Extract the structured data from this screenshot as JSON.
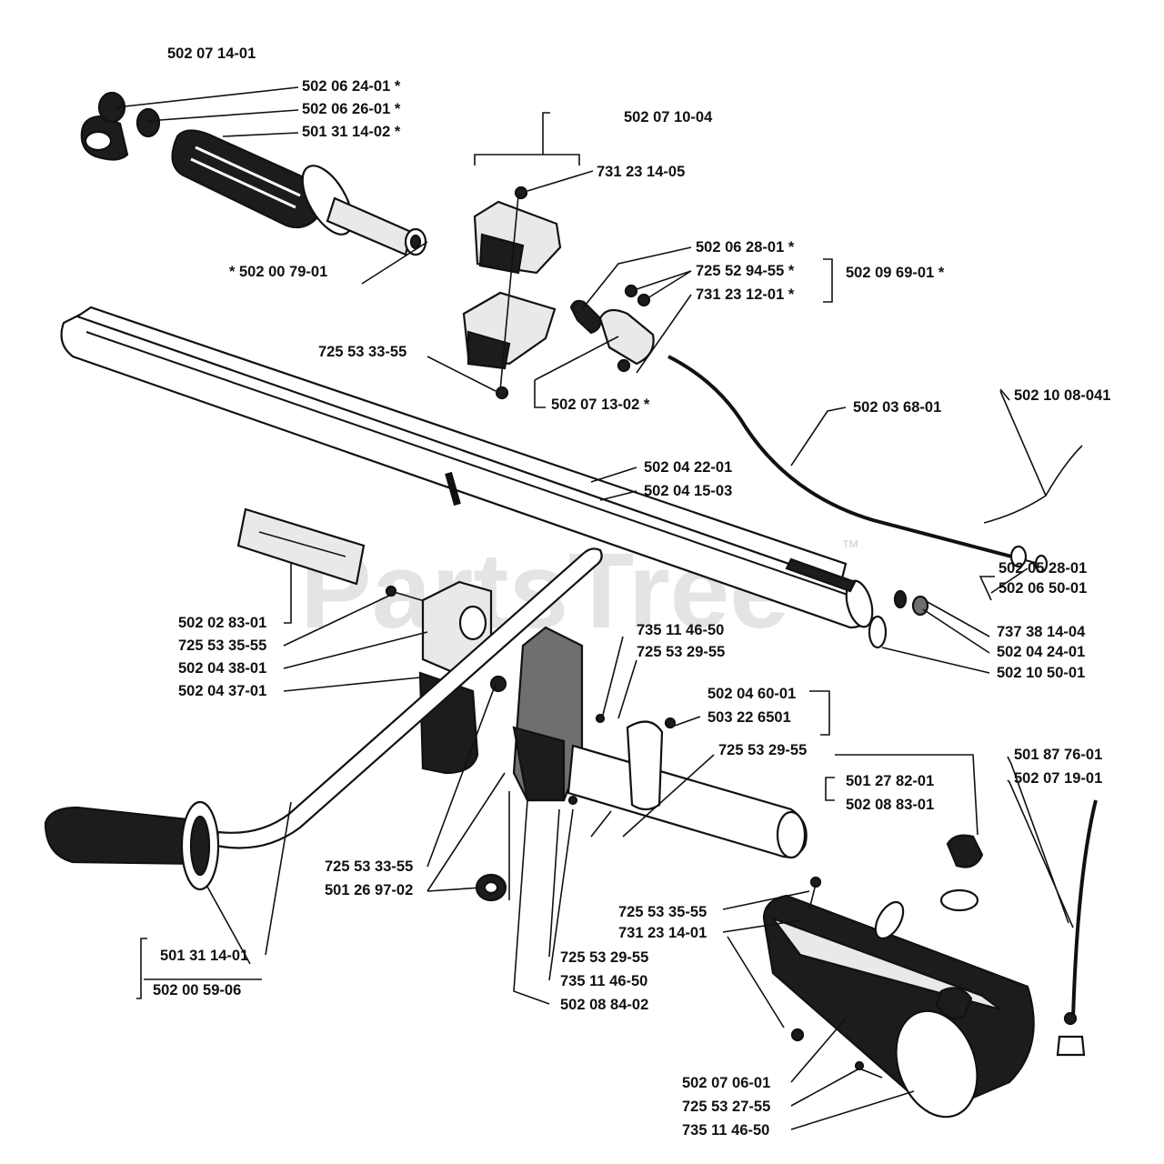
{
  "watermark": "PartsTree",
  "trademark": "™",
  "colors": {
    "ink": "#111111",
    "watermark": "#cfcfcf",
    "background": "#ffffff"
  },
  "labels": {
    "l_502_07_14_01": "502 07 14-01",
    "l_502_06_24_01": "502 06 24-01  *",
    "l_502_06_26_01": "502 06 26-01  *",
    "l_501_31_14_02": "501 31 14-02  *",
    "l_502_00_79_01": "* 502 00 79-01",
    "l_502_07_10_04": "502 07 10-04",
    "l_731_23_14_05": "731 23 14-05",
    "l_502_06_28_01": "502 06 28-01  *",
    "l_725_52_94_55": "725 52 94-55  *",
    "l_731_23_12_01": "731 23 12-01  *",
    "l_502_09_69_01": "502 09 69-01  *",
    "l_725_53_33_55_top": "725 53 33-55",
    "l_502_07_13_02": "502 07 13-02  *",
    "l_502_03_68_01": "502 03 68-01",
    "l_502_10_08_041": "502 10 08-041",
    "l_502_04_22_01": "502 04 22-01",
    "l_502_04_15_03": "502 04 15-03",
    "l_502_05_28_01": "502 05 28-01",
    "l_502_06_50_01": "502 06 50-01",
    "l_737_38_14_04": "737 38 14-04",
    "l_502_04_24_01": "502 04 24-01",
    "l_502_10_50_01": "502 10 50-01",
    "l_502_02_83_01": "502 02 83-01",
    "l_725_53_35_55_left": "725 53 35-55",
    "l_502_04_38_01": "502 04 38-01",
    "l_502_04_37_01": "502 04 37-01",
    "l_735_11_46_50_top": "735 11 46-50",
    "l_725_53_29_55_top": "725 53 29-55",
    "l_502_04_60_01": "502 04 60-01",
    "l_503_22_6501": "503 22 6501",
    "l_725_53_29_55_mid": "725 53 29-55",
    "l_501_87_76_01": "501 87 76-01",
    "l_502_07_19_01": "502 07 19-01",
    "l_501_27_82_01": "501 27 82-01",
    "l_502_08_83_01": "502 08 83-01",
    "l_725_53_33_55_mid": "725 53 33-55",
    "l_501_26_97_02": "501 26 97-02",
    "l_725_53_35_55_right": "725 53 35-55",
    "l_731_23_14_01": "731 23 14-01",
    "l_501_31_14_01": "501 31 14-01",
    "l_502_00_59_06": "502 00 59-06",
    "l_725_53_29_55_bot": "725 53 29-55",
    "l_735_11_46_50_mid": "735 11 46-50",
    "l_502_08_84_02": "502 08 84-02",
    "l_502_07_06_01": "502 07 06-01",
    "l_725_53_27_55": "725 53 27-55",
    "l_735_11_46_50_bot": "735 11 46-50"
  }
}
